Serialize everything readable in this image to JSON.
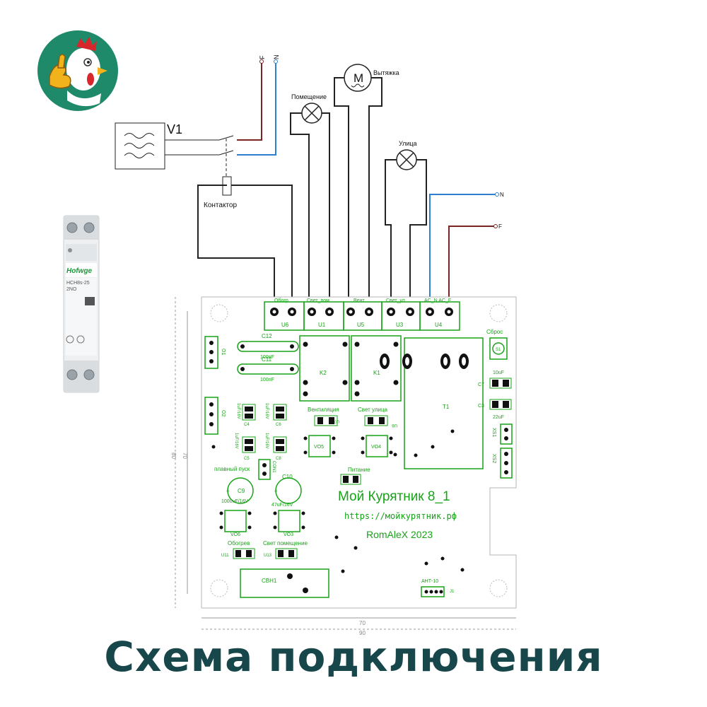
{
  "caption": "Схема подключения",
  "colors": {
    "caption": "#17474a",
    "silkscreen": "#17a317",
    "phase_wire": "#7b2424",
    "neutral_wire": "#2f7fd0",
    "logo_bg": "#1f8a6a"
  },
  "logo": {
    "icon": "rooster-thumbs-up-icon"
  },
  "contactor_product": {
    "brand": "Hofwge",
    "model": "HCH8s-25",
    "contacts": "2NO",
    "icon": "din-rail-contactor-icon"
  },
  "wiring": {
    "source_label": "V1",
    "supply_top": {
      "phase": "F",
      "neutral": "N"
    },
    "supply_right": {
      "neutral": "N",
      "phase": "F"
    },
    "contactor_label": "Контактор",
    "loads": [
      {
        "name": "Помещение",
        "icon": "lamp-icon"
      },
      {
        "name": "Вытяжка",
        "icon": "motor-icon",
        "symbol": "M"
      },
      {
        "name": "Улица",
        "icon": "lamp-icon"
      }
    ]
  },
  "board": {
    "title": "Мой Курятник 8_1",
    "url": "https://мойкурятник.рф",
    "author": "RomAleX 2023",
    "terminals": [
      {
        "id": "U6",
        "label": "Обогр"
      },
      {
        "id": "U1",
        "label": "Свет_пом"
      },
      {
        "id": "U5",
        "label": "Вент"
      },
      {
        "id": "U3",
        "label": "Свет_ул"
      },
      {
        "id": "U4",
        "label": "AC_N AC_F"
      }
    ],
    "labels": {
      "reset": "Сброс",
      "ventilation": "Вентиляция",
      "street_light": "Свет улица",
      "power": "Питание",
      "soft_start": "плавный пуск",
      "heating": "Обогрев",
      "room_light": "Свет помещение",
      "c12": "C12",
      "c12_value": "100nF",
      "c11": "C11",
      "c11_value": "100nF",
      "c9": "C9",
      "c9_value": "1000uF/16V",
      "c10": "C10",
      "c10_value": "47uF/16V",
      "c4": "C4",
      "c5": "C5",
      "c6": "C6",
      "c8": "C8",
      "c4_value": "1uF/16V",
      "c6_value": "1uF/16V",
      "c5_value": "1uF/16V",
      "c8_value": "1uF/16V",
      "c7": "C7",
      "c7_value": "10uF",
      "c3": "C3",
      "c3_value": "22uF",
      "k1": "K1",
      "k2": "K2",
      "t1": "T1",
      "u7": "U7",
      "u8": "U8",
      "u11": "U11",
      "u13": "U13",
      "vo5": "VO5",
      "vo4": "VO4",
      "vo6": "VO6",
      "vo3": "VO3",
      "o1": "O1",
      "o2": "O2",
      "s1": "S1",
      "xs1": "XS1",
      "xs2": "XS2",
      "con1": "CON1",
      "sensor": "СВН1",
      "ant": "АНТ-10",
      "j1": "J1"
    },
    "dims": {
      "width_inner": "70",
      "width_outer": "90",
      "height_outer": "80",
      "height_inner": "70"
    }
  }
}
